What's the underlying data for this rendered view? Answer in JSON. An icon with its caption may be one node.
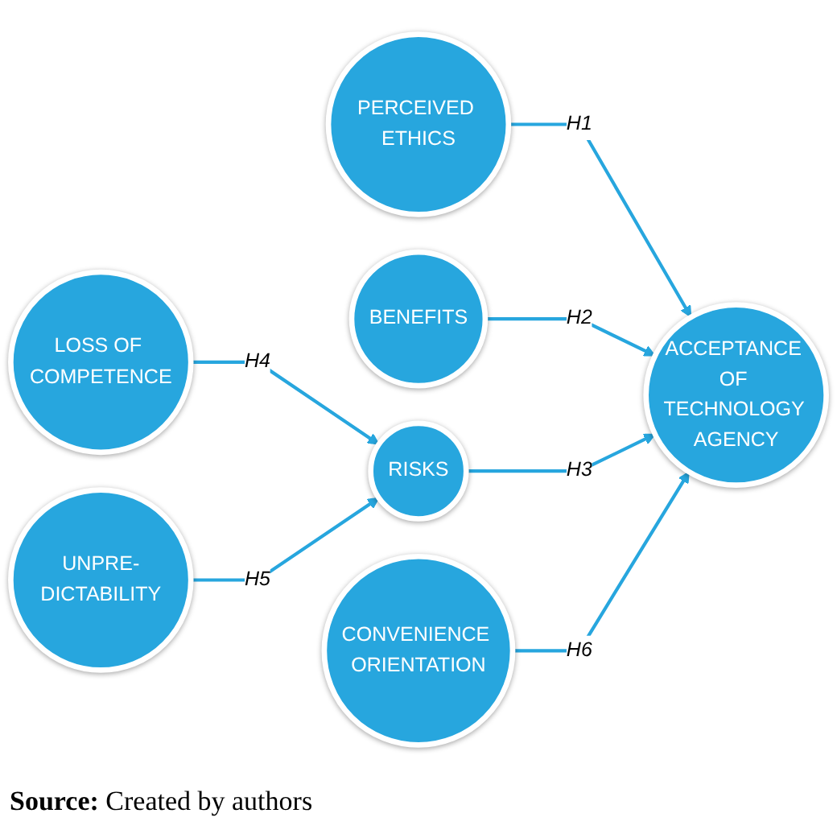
{
  "diagram": {
    "caption": "**Source:** Created by authors",
    "nodes": [
      {
        "text": [
          "PERCEIVED ETHICS"
        ]
      },
      {
        "text": [
          "BENEFITS"
        ]
      },
      {
        "text": [
          "LOSS OF COMPETENCE"
        ]
      },
      {
        "text": [
          "ACCEPTANCE OF TECHNOLOGY AGENCY"
        ]
      },
      {
        "text": [
          "RISKS"
        ]
      },
      {
        "text": [
          "UNPRE-DICTABILITY"
        ]
      },
      {
        "text": [
          "CONVENIENCE ORIENTATION"
        ]
      }
    ],
    "edges": [
      {
        "from": 0,
        "to": 3,
        "arrow": "to",
        "label": "H1"
      },
      {
        "from": 1,
        "to": 3,
        "arrow": "to",
        "label": "H2"
      },
      {
        "from": 4,
        "to": 3,
        "arrow": "to",
        "label": "H3"
      },
      {
        "from": 2,
        "to": 4,
        "arrow": "to",
        "label": "H4"
      },
      {
        "from": 5,
        "to": 4,
        "arrow": "to",
        "label": "H5"
      },
      {
        "from": 6,
        "to": 3,
        "arrow": "to",
        "label": "H6"
      }
    ]
  }
}
